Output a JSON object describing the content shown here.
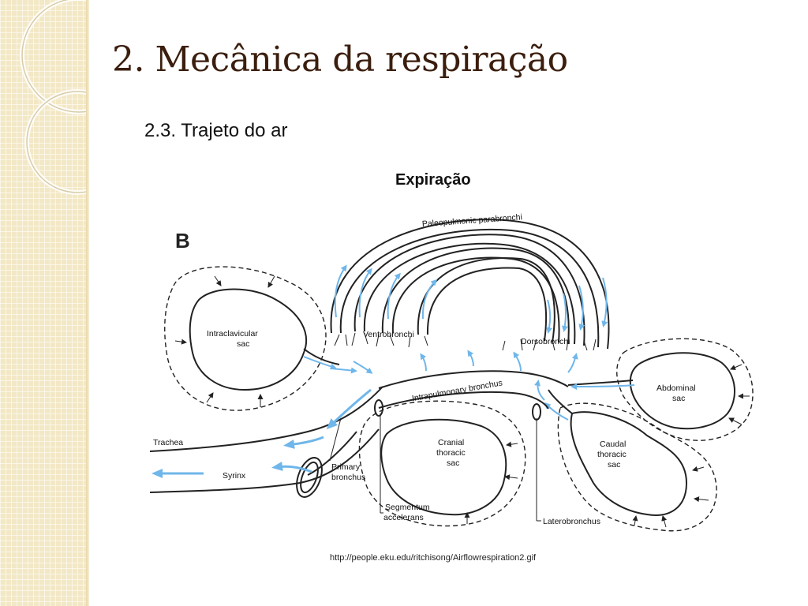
{
  "slide": {
    "title": "2. Mecânica da respiração",
    "subtitle": "2.3. Trajeto do ar",
    "panel_heading": "Expiração",
    "source_url": "http://people.eku.edu/ritchisong/Airflowrespiration2.gif"
  },
  "diagram": {
    "panel_letter": "B",
    "labels": {
      "paleopulmonic_parabronchi": "Paleopulmonic parabronchi",
      "intraclavicular_sac_1": "Intraclavicular",
      "intraclavicular_sac_2": "sac",
      "ventrobronchi": "Ventrobronchi",
      "dorsobronchi": "Dorsobronchi",
      "intrapulmonary_bronchus": "Intrapulmonary bronchus",
      "abdominal_sac_1": "Abdominal",
      "abdominal_sac_2": "sac",
      "trachea": "Trachea",
      "syrinx": "Syrinx",
      "primary_bronchus_1": "Primary",
      "primary_bronchus_2": "bronchus",
      "cranial_thoracic_sac_1": "Cranial",
      "cranial_thoracic_sac_2": "thoracic",
      "cranial_thoracic_sac_3": "sac",
      "caudal_thoracic_sac_1": "Caudal",
      "caudal_thoracic_sac_2": "thoracic",
      "caudal_thoracic_sac_3": "sac",
      "segmentum_accelerans_1": "Segmentum",
      "segmentum_accelerans_2": "accelerans",
      "laterobronchus": "Laterobronchus"
    },
    "colors": {
      "airflow": "#6fb6ea",
      "outline": "#222222",
      "title": "#3b1e0e",
      "sidebar": "#f3e8c6"
    }
  }
}
